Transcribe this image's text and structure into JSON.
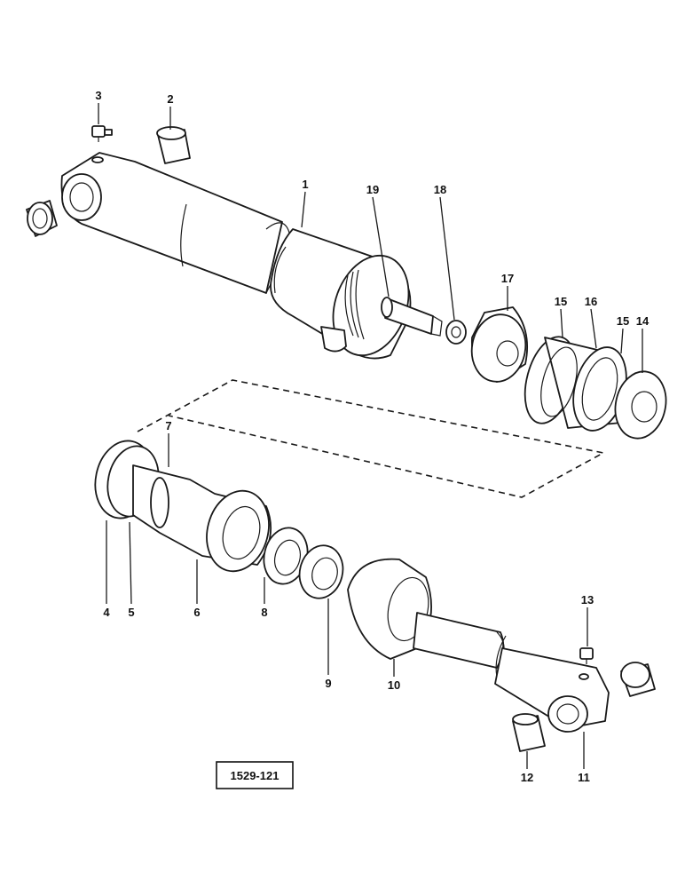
{
  "drawing_ref": "1529-121",
  "callouts": [
    "1",
    "2",
    "3",
    "4",
    "5",
    "6",
    "7",
    "8",
    "9",
    "10",
    "11",
    "12",
    "13",
    "14",
    "15",
    "15",
    "16",
    "17",
    "18",
    "19"
  ]
}
